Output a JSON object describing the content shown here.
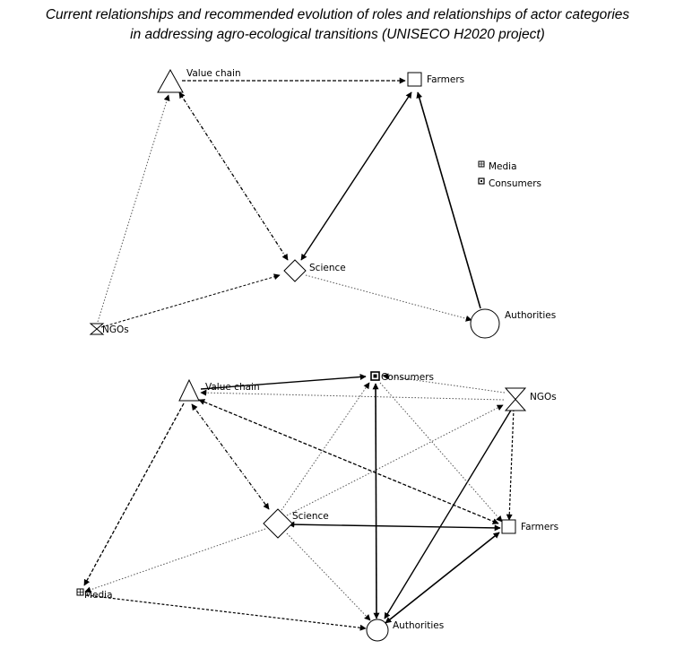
{
  "caption": {
    "line1": "Current relationships and recommended evolution of roles and relationships of actor categories",
    "line2": "in addressing agro-ecological transitions (UNISECO H2020 project)"
  },
  "diagram_current": {
    "nodes": {
      "value_chain": {
        "label": "Value chain",
        "shape": "triangle"
      },
      "farmers": {
        "label": "Farmers",
        "shape": "square"
      },
      "media": {
        "label": "Media",
        "shape": "grid-square"
      },
      "consumers": {
        "label": "Consumers",
        "shape": "box-square"
      },
      "science": {
        "label": "Science",
        "shape": "diamond"
      },
      "ngos": {
        "label": "NGOs",
        "shape": "hourglass"
      },
      "authorities": {
        "label": "Authorities",
        "shape": "circle"
      }
    },
    "edges": [
      {
        "from": "Value chain",
        "to": "Farmers",
        "style": "dashed"
      },
      {
        "from": "Value chain",
        "to": "Science",
        "style": "dash-dot",
        "bidirectional": true
      },
      {
        "from": "NGOs",
        "to": "Value chain",
        "style": "dotted"
      },
      {
        "from": "Farmers",
        "to": "Science",
        "style": "solid",
        "bidirectional": true
      },
      {
        "from": "Authorities",
        "to": "Farmers",
        "style": "solid"
      },
      {
        "from": "NGOs",
        "to": "Science",
        "style": "dashed"
      },
      {
        "from": "Science",
        "to": "Authorities",
        "style": "dotted"
      }
    ]
  },
  "diagram_recommended": {
    "nodes": {
      "value_chain": {
        "label": "Value chain",
        "shape": "triangle"
      },
      "consumers": {
        "label": "Consumers",
        "shape": "box-square"
      },
      "ngos": {
        "label": "NGOs",
        "shape": "hourglass"
      },
      "science": {
        "label": "Science",
        "shape": "diamond"
      },
      "farmers": {
        "label": "Farmers",
        "shape": "square"
      },
      "media": {
        "label": "Media",
        "shape": "grid-square"
      },
      "authorities": {
        "label": "Authorities",
        "shape": "circle"
      }
    },
    "edges": [
      {
        "from": "Value chain",
        "to": "Consumers",
        "style": "solid"
      },
      {
        "from": "NGOs",
        "to": "Value chain",
        "style": "dotted"
      },
      {
        "from": "Value chain",
        "to": "Farmers",
        "style": "dashed",
        "bidirectional": true
      },
      {
        "from": "Value chain",
        "to": "Science",
        "style": "dash-dot",
        "bidirectional": true
      },
      {
        "from": "Value chain",
        "to": "Media",
        "style": "dashed"
      },
      {
        "from": "NGOs",
        "to": "Consumers",
        "style": "dotted"
      },
      {
        "from": "NGOs",
        "to": "Farmers",
        "style": "dashed"
      },
      {
        "from": "NGOs",
        "to": "Authorities",
        "style": "solid"
      },
      {
        "from": "Science",
        "to": "NGOs",
        "style": "dotted"
      },
      {
        "from": "Consumers",
        "to": "Authorities",
        "style": "solid",
        "bidirectional": true
      },
      {
        "from": "Science",
        "to": "Consumers",
        "style": "dotted"
      },
      {
        "from": "Consumers",
        "to": "Farmers",
        "style": "dotted"
      },
      {
        "from": "Farmers",
        "to": "Science",
        "style": "solid",
        "bidirectional": true
      },
      {
        "from": "Science",
        "to": "Media",
        "style": "dotted"
      },
      {
        "from": "Science",
        "to": "Authorities",
        "style": "dotted"
      },
      {
        "from": "Authorities",
        "to": "Farmers",
        "style": "solid",
        "bidirectional": true
      },
      {
        "from": "Media",
        "to": "Authorities",
        "style": "dashed"
      }
    ]
  }
}
